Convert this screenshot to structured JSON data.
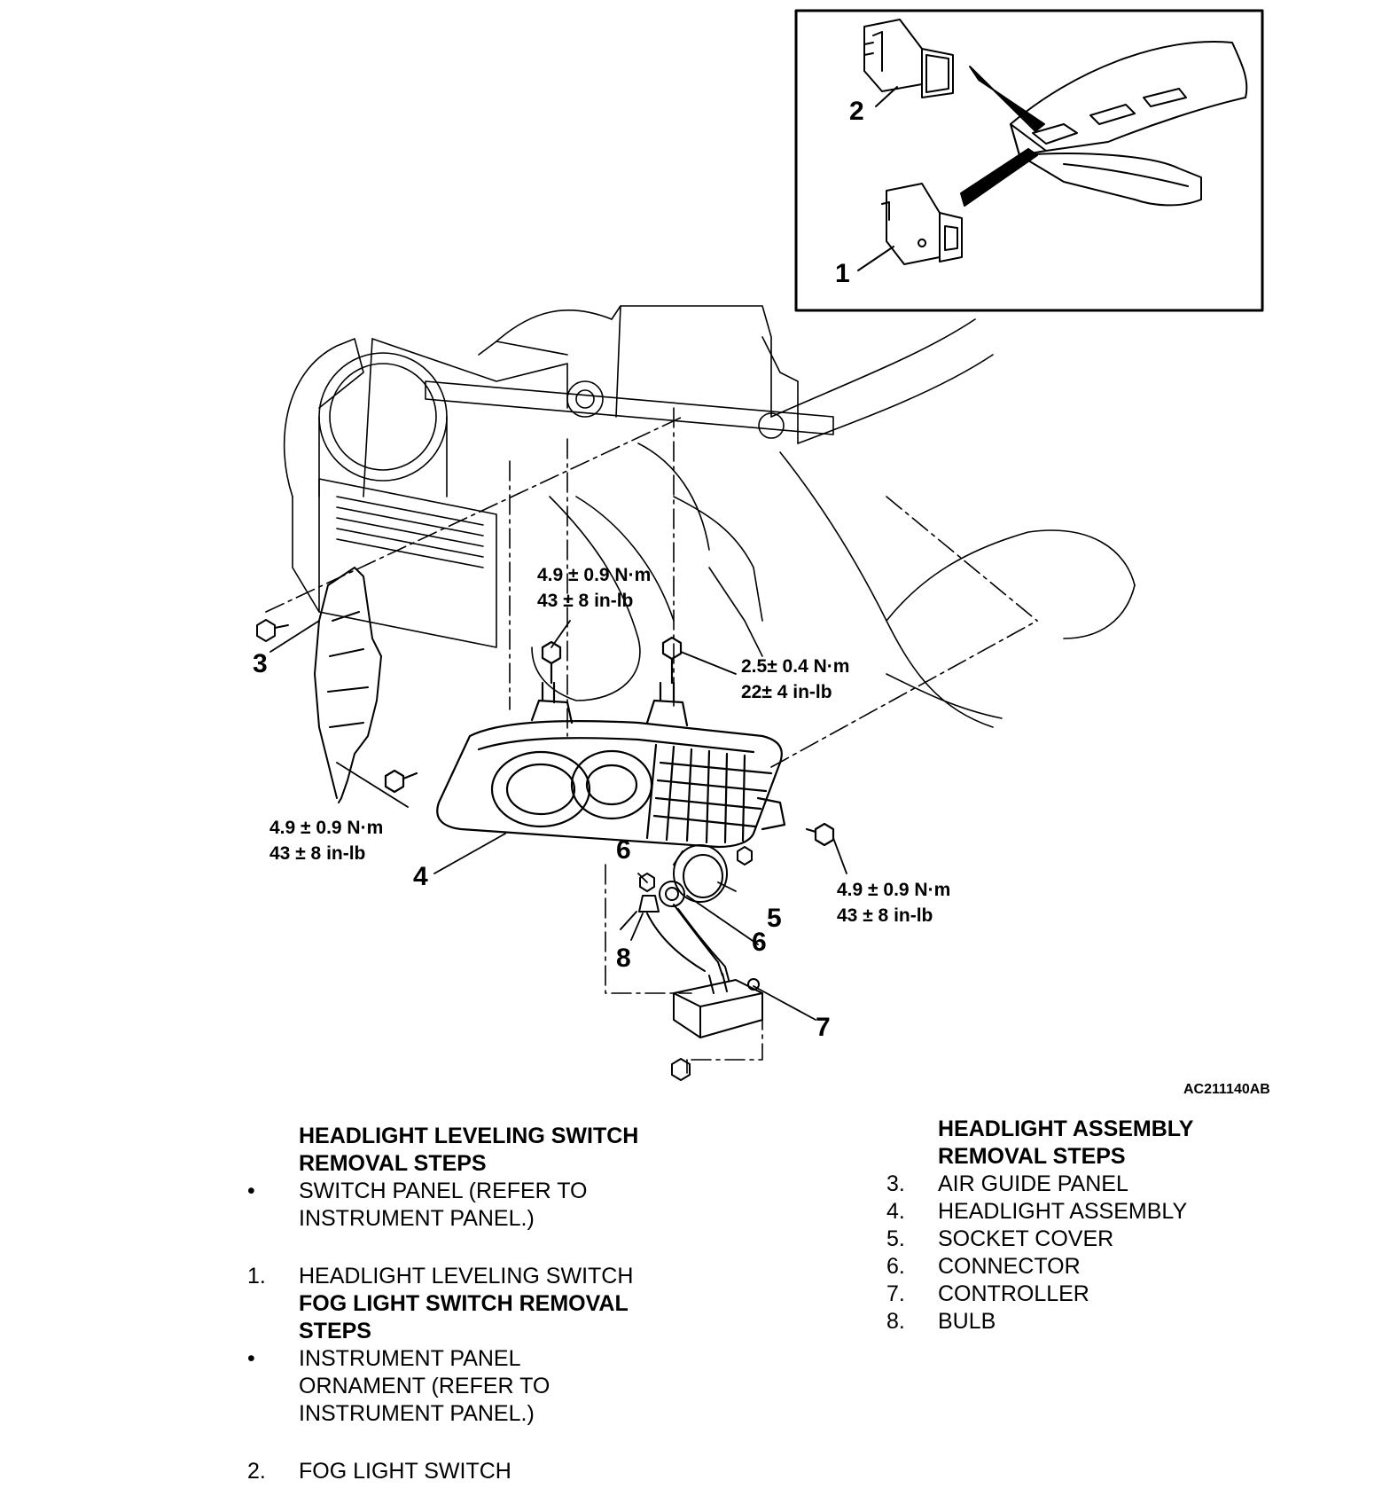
{
  "figure_code": "AC211140AB",
  "callouts": {
    "c1": "1",
    "c2": "2",
    "c3": "3",
    "c4": "4",
    "c5": "5",
    "c6a": "6",
    "c6b": "6",
    "c7": "7",
    "c8": "8"
  },
  "torques": {
    "top_bolt": {
      "nm": "4.9 ± 0.9 N·m",
      "inlb": "43 ± 8 in-lb"
    },
    "upper_right_bolt": {
      "nm": "2.5± 0.4 N·m",
      "inlb": "22± 4 in-lb"
    },
    "left_bolt": {
      "nm": "4.9 ± 0.9 N·m",
      "inlb": "43 ± 8 in-lb"
    },
    "lower_right_bolt": {
      "nm": "4.9 ± 0.9 N·m",
      "inlb": "43 ± 8 in-lb"
    }
  },
  "left_steps": {
    "heading_line1": "HEADLIGHT LEVELING SWITCH",
    "heading_line2": "REMOVAL STEPS",
    "bullet_mark": "•",
    "item_a_line1": "SWITCH PANEL (REFER TO",
    "item_a_line2": "INSTRUMENT PANEL.)",
    "item_1_mark": "1.",
    "item_1": "HEADLIGHT LEVELING SWITCH",
    "heading2_line1": "FOG LIGHT SWITCH REMOVAL",
    "heading2_line2": "STEPS",
    "item_b_line1": "INSTRUMENT PANEL",
    "item_b_line2": "ORNAMENT (REFER TO",
    "item_b_line3": "INSTRUMENT PANEL.)",
    "item_2_mark": "2.",
    "item_2": "FOG LIGHT SWITCH"
  },
  "right_steps": {
    "heading_line1": "HEADLIGHT ASSEMBLY",
    "heading_line2": "REMOVAL STEPS",
    "items": [
      {
        "mark": "3.",
        "label": "AIR GUIDE PANEL"
      },
      {
        "mark": "4.",
        "label": "HEADLIGHT ASSEMBLY"
      },
      {
        "mark": "5.",
        "label": "SOCKET COVER"
      },
      {
        "mark": "6.",
        "label": "CONNECTOR"
      },
      {
        "mark": "7.",
        "label": "CONTROLLER"
      },
      {
        "mark": "8.",
        "label": "BULB"
      }
    ]
  }
}
